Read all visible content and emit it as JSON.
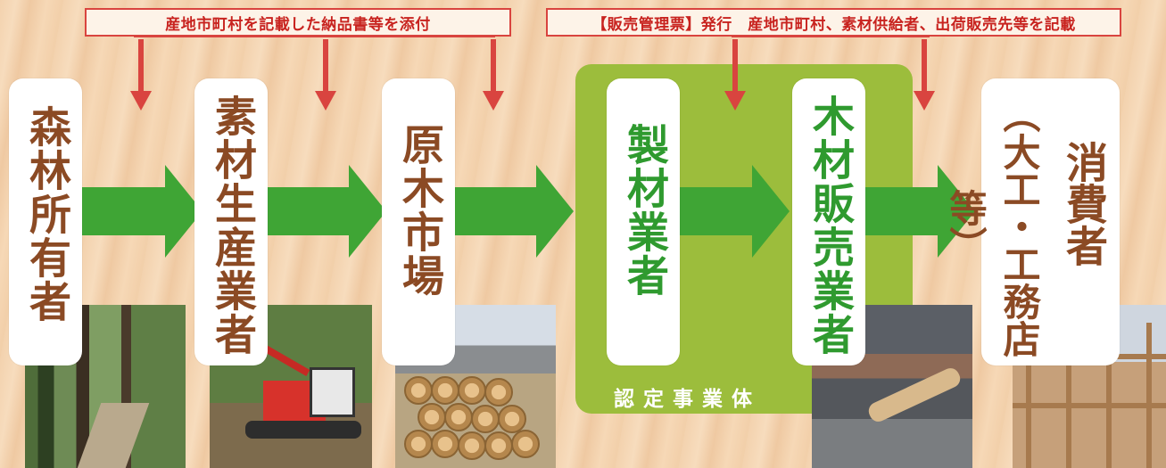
{
  "callouts": {
    "left": "産地市町村を記載した納品書等を添付",
    "right": "【販売管理票】発行　産地市町村、素材供給者、出荷販売先等を記載"
  },
  "certified_zone": {
    "label": "認定事業体",
    "color": "#9cbd3c"
  },
  "nodes": [
    {
      "label": "森林所有者",
      "color": "#8b4a24"
    },
    {
      "label": "素材生産業者",
      "color": "#8b4a24"
    },
    {
      "label": "原木市場",
      "color": "#8b4a24"
    },
    {
      "label": "製材業者",
      "color": "#2f9a2f"
    },
    {
      "label": "木材販売業者",
      "color": "#2f9a2f"
    },
    {
      "label_main": "消費者",
      "label_sub": "（大工・工務店等）",
      "color": "#8b4a24"
    }
  ],
  "colors": {
    "flow_arrow": "#3fa535",
    "document_arrow": "#d9443f",
    "background": "#f3d2ae"
  },
  "photos": [
    "forest-photo",
    "harvester-photo",
    "log-market-photo",
    "sawmill-photo",
    "house-frame-photo"
  ]
}
